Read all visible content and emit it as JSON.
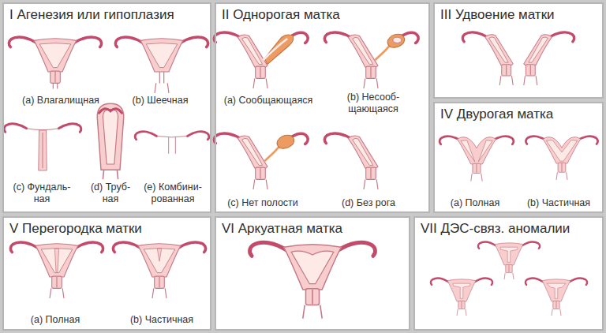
{
  "diagram": {
    "nodes": [
      {
        "text": [
          "I Агенезия или гипоплазия"
        ]
      },
      {
        "text": [
          "II Однорогая матка"
        ]
      },
      {
        "text": [
          "III Удвоение матки"
        ]
      },
      {
        "text": [
          "IV Двурогая матка"
        ]
      },
      {
        "text": [
          "V Перегородка матки"
        ]
      },
      {
        "text": [
          "VI Аркуатная матка"
        ]
      },
      {
        "text": [
          "VII ДЭС-связ. аномалии"
        ]
      }
    ],
    "labels": [
      "(a) Влагалищная",
      "(b) Шеечная",
      "(c) Фундаль- ная",
      "(d) Труб- ная",
      "(e) Комбини- рованная",
      "(a) Сообщающаяся",
      "(b) Несооб- щающаяся",
      "(c) Нет полости",
      "(d) Без рога",
      "(a) Полная",
      "(b) Частичная",
      "(a) Полная",
      "(b) Частичная"
    ]
  }
}
